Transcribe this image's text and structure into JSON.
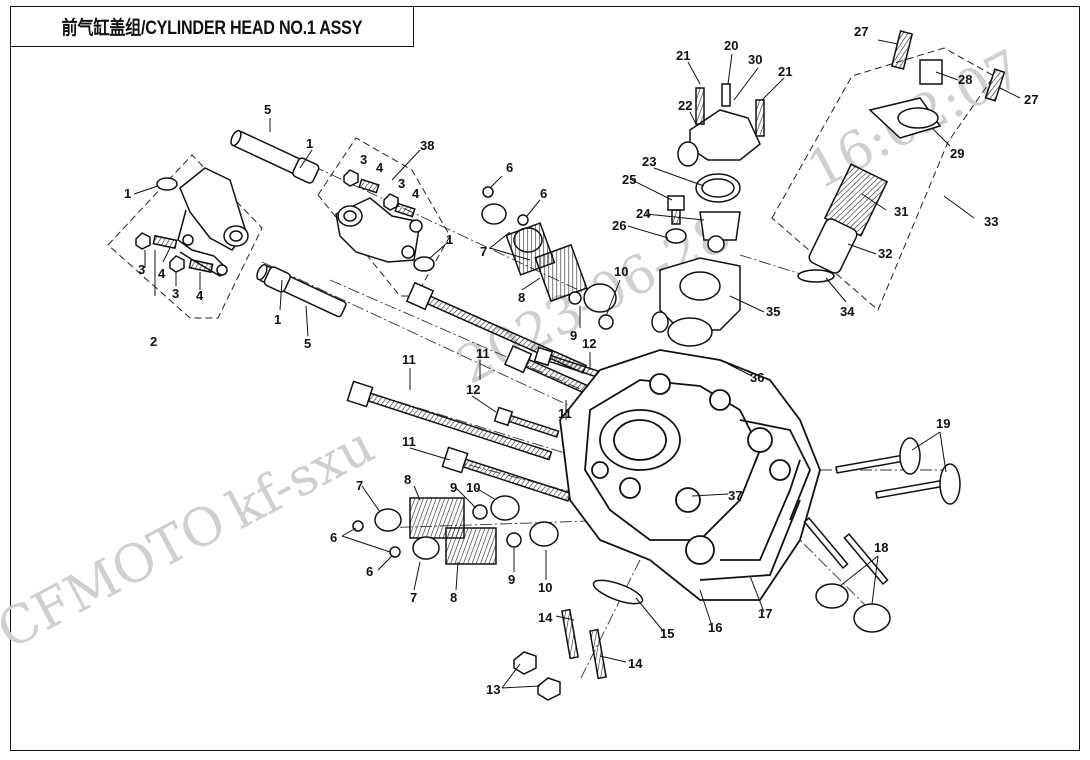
{
  "title": "前气缸盖组/CYLINDER HEAD NO.1 ASSY",
  "watermarks": [
    "CFMOTO",
    "kf-sxu",
    "2023-06-28",
    "16:02:07"
  ],
  "callouts": [
    {
      "id": "c1a",
      "text": "1"
    },
    {
      "id": "c1b",
      "text": "1"
    },
    {
      "id": "c1c",
      "text": "1"
    },
    {
      "id": "c1d",
      "text": "1"
    },
    {
      "id": "c2",
      "text": "2"
    },
    {
      "id": "c3a",
      "text": "3"
    },
    {
      "id": "c3b",
      "text": "3"
    },
    {
      "id": "c3c",
      "text": "3"
    },
    {
      "id": "c3d",
      "text": "3"
    },
    {
      "id": "c4a",
      "text": "4"
    },
    {
      "id": "c4b",
      "text": "4"
    },
    {
      "id": "c4c",
      "text": "4"
    },
    {
      "id": "c4d",
      "text": "4"
    },
    {
      "id": "c5a",
      "text": "5"
    },
    {
      "id": "c5b",
      "text": "5"
    },
    {
      "id": "c6a",
      "text": "6"
    },
    {
      "id": "c6b",
      "text": "6"
    },
    {
      "id": "c6c",
      "text": "6"
    },
    {
      "id": "c6d",
      "text": "6"
    },
    {
      "id": "c7a",
      "text": "7"
    },
    {
      "id": "c7b",
      "text": "7"
    },
    {
      "id": "c7c",
      "text": "7"
    },
    {
      "id": "c8a",
      "text": "8"
    },
    {
      "id": "c8b",
      "text": "8"
    },
    {
      "id": "c8c",
      "text": "8"
    },
    {
      "id": "c9a",
      "text": "9"
    },
    {
      "id": "c9b",
      "text": "9"
    },
    {
      "id": "c9c",
      "text": "9"
    },
    {
      "id": "c10a",
      "text": "10"
    },
    {
      "id": "c10b",
      "text": "10"
    },
    {
      "id": "c10c",
      "text": "10"
    },
    {
      "id": "c11a",
      "text": "11"
    },
    {
      "id": "c11b",
      "text": "11"
    },
    {
      "id": "c11c",
      "text": "11"
    },
    {
      "id": "c11d",
      "text": "11"
    },
    {
      "id": "c12a",
      "text": "12"
    },
    {
      "id": "c12b",
      "text": "12"
    },
    {
      "id": "c13",
      "text": "13"
    },
    {
      "id": "c14a",
      "text": "14"
    },
    {
      "id": "c14b",
      "text": "14"
    },
    {
      "id": "c15",
      "text": "15"
    },
    {
      "id": "c16",
      "text": "16"
    },
    {
      "id": "c17",
      "text": "17"
    },
    {
      "id": "c18",
      "text": "18"
    },
    {
      "id": "c19",
      "text": "19"
    },
    {
      "id": "c20",
      "text": "20"
    },
    {
      "id": "c21a",
      "text": "21"
    },
    {
      "id": "c21b",
      "text": "21"
    },
    {
      "id": "c22",
      "text": "22"
    },
    {
      "id": "c23",
      "text": "23"
    },
    {
      "id": "c24",
      "text": "24"
    },
    {
      "id": "c25",
      "text": "25"
    },
    {
      "id": "c26",
      "text": "26"
    },
    {
      "id": "c27a",
      "text": "27"
    },
    {
      "id": "c27b",
      "text": "27"
    },
    {
      "id": "c28",
      "text": "28"
    },
    {
      "id": "c29",
      "text": "29"
    },
    {
      "id": "c30",
      "text": "30"
    },
    {
      "id": "c31",
      "text": "31"
    },
    {
      "id": "c32",
      "text": "32"
    },
    {
      "id": "c33",
      "text": "33"
    },
    {
      "id": "c34",
      "text": "34"
    },
    {
      "id": "c35",
      "text": "35"
    },
    {
      "id": "c36",
      "text": "36"
    },
    {
      "id": "c37",
      "text": "37"
    },
    {
      "id": "c38",
      "text": "38"
    }
  ]
}
